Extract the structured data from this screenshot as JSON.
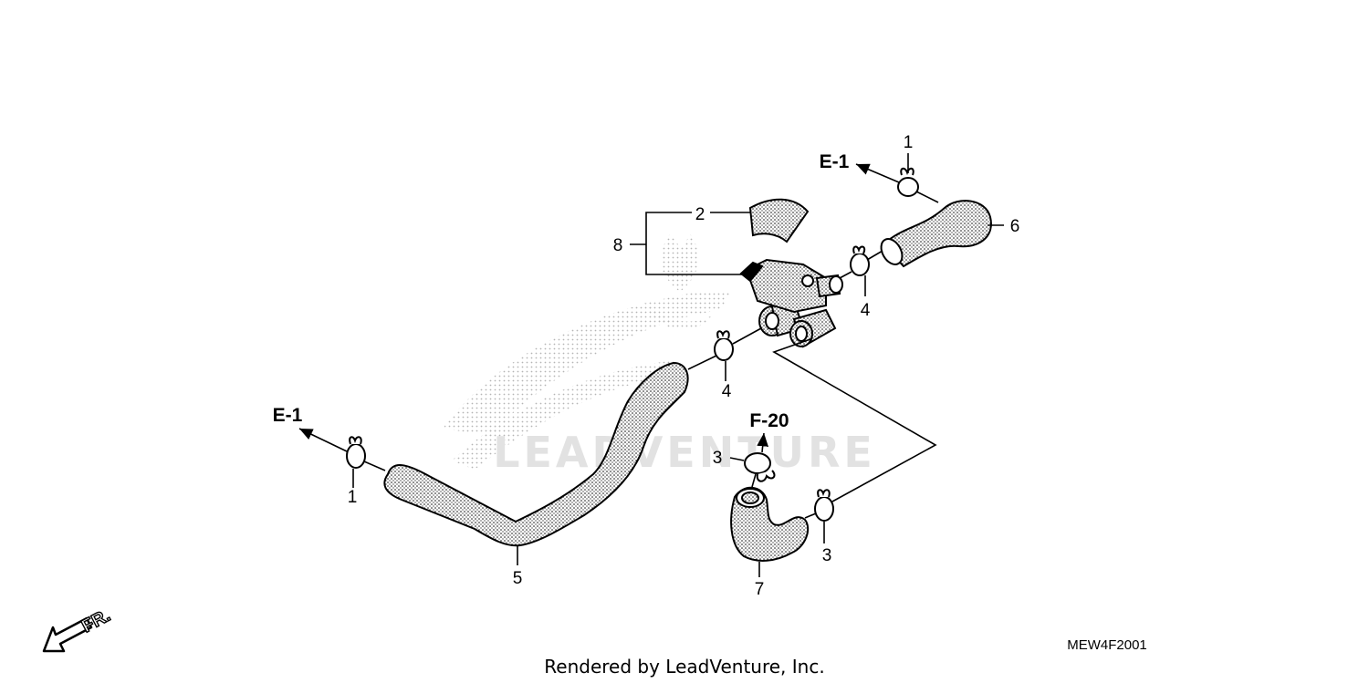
{
  "callouts": {
    "c1_top": "1",
    "c1_left": "1",
    "c2": "2",
    "c3_top": "3",
    "c3_right": "3",
    "c4_upper": "4",
    "c4_lower": "4",
    "c5": "5",
    "c6": "6",
    "c7": "7",
    "c8": "8"
  },
  "references": {
    "e1_top": "E-1",
    "e1_left": "E-1",
    "f20": "F-20"
  },
  "watermark": {
    "text": "LEADVENTURE"
  },
  "front_marker": {
    "label": "FR."
  },
  "diagram_code": "MEW4F2001",
  "credit": "Rendered by LeadVenture, Inc."
}
